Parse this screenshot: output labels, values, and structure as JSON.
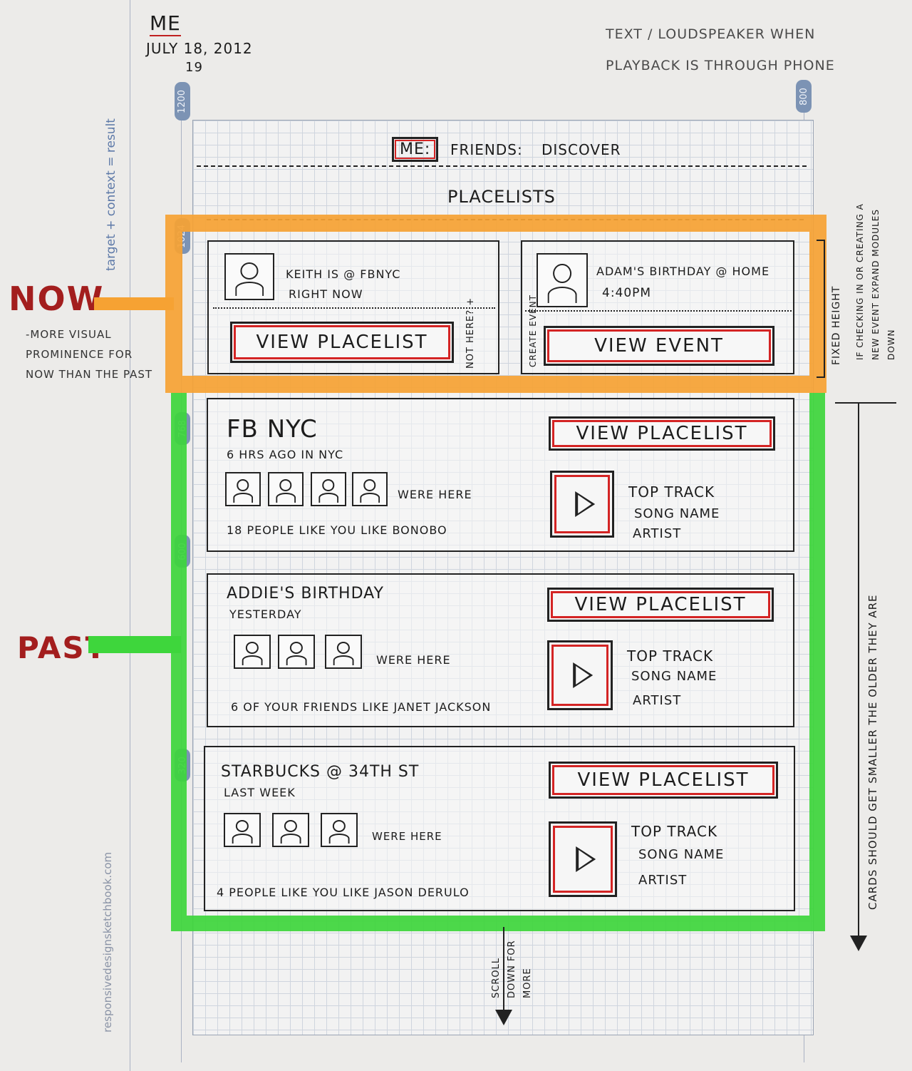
{
  "header_notes": {
    "me": "Me",
    "date": "July 18, 2012",
    "date_correction": "19",
    "top_right": "Text / loudspeaker when playback is through phone"
  },
  "breakpoints": [
    "1200",
    "800",
    "1024",
    "768",
    "600",
    "320"
  ],
  "margin_text": {
    "left_top": "target + context = result",
    "left_bottom": "responsivedesignsketchbook.com"
  },
  "nav": {
    "me": "ME:",
    "friends": "FRIENDS:",
    "discover": "DISCOVER"
  },
  "section_title": "PLACELISTS",
  "labels": {
    "now": "NOW",
    "now_note": "-More visual prominence for now than the past",
    "past": "PAST",
    "fixed_height": "Fixed height",
    "expand_note": "If checking in or creating a new event expand modules down",
    "cards_note": "Cards should get smaller the older they are",
    "scroll_note": "Scroll down for more"
  },
  "now_cards": [
    {
      "text_line1": "KEITH IS @ FBNYC",
      "text_line2": "RIGHT NOW",
      "button": "VIEW PLACELIST",
      "side_note": "NOT HERE? +"
    },
    {
      "text_line1": "ADAM'S BIRTHDAY @ HOME",
      "text_line2": "4:40PM",
      "button": "VIEW EVENT",
      "side_note": "CREATE EVENT"
    }
  ],
  "past_cards": [
    {
      "title": "FB NYC",
      "subtitle": "6 HRS AGO IN NYC",
      "were_here": "WERE HERE",
      "likes": "18 PEOPLE LIKE YOU LIKE BONOBO",
      "button": "VIEW PLACELIST",
      "track_label": "TOP TRACK",
      "song": "SONG NAME",
      "artist": "ARTIST"
    },
    {
      "title": "ADDIE'S BIRTHDAY",
      "subtitle": "YESTERDAY",
      "were_here": "WERE HERE",
      "likes": "6 OF YOUR FRIENDS LIKE JANET JACKSON",
      "button": "VIEW PLACELIST",
      "track_label": "TOP TRACK",
      "song": "SONG NAME",
      "artist": "ARTIST"
    },
    {
      "title": "STARBUCKS @ 34TH ST",
      "subtitle": "LAST WEEK",
      "were_here": "WERE HERE",
      "likes": "4 PEOPLE LIKE YOU LIKE JASON DERULO",
      "button": "VIEW PLACELIST",
      "track_label": "TOP TRACK",
      "song": "SONG NAME",
      "artist": "ARTIST"
    }
  ],
  "colors": {
    "now": "#f6a233",
    "past": "#3ed63c",
    "accent": "#d42424",
    "label_red": "#a31e1e"
  }
}
